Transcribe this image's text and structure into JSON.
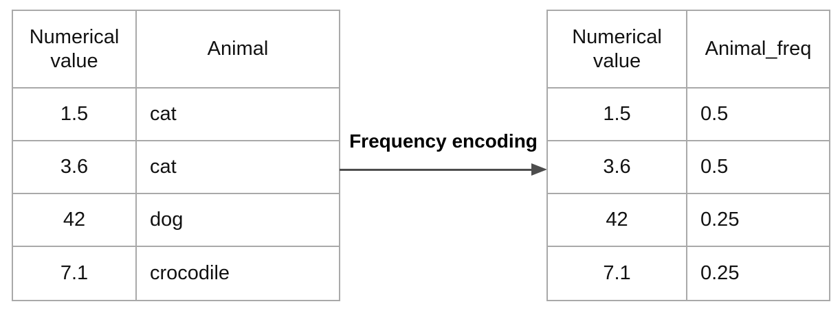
{
  "arrow_label": "Frequency encoding",
  "left_table": {
    "columns": [
      "Numerical value",
      "Animal"
    ],
    "rows": [
      [
        "1.5",
        "cat"
      ],
      [
        "3.6",
        "cat"
      ],
      [
        "42",
        "dog"
      ],
      [
        "7.1",
        "crocodile"
      ]
    ]
  },
  "right_table": {
    "columns": [
      "Numerical value",
      "Animal_freq"
    ],
    "rows": [
      [
        "1.5",
        "0.5"
      ],
      [
        "3.6",
        "0.5"
      ],
      [
        "42",
        "0.25"
      ],
      [
        "7.1",
        "0.25"
      ]
    ]
  },
  "colors": {
    "border": "#a9a9a9",
    "text": "#111111",
    "arrow": "#4d4d4d"
  }
}
